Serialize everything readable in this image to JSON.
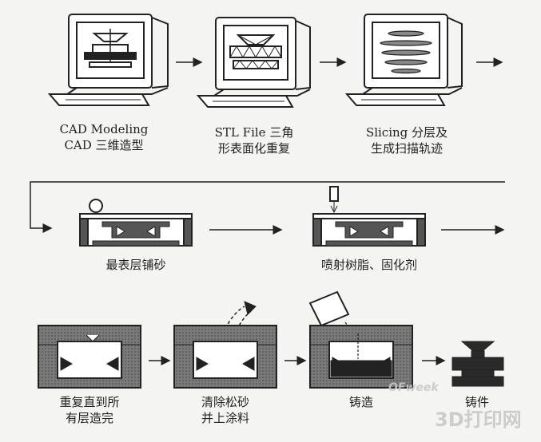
{
  "labels": {
    "cad_line1": "CAD Modeling",
    "cad_line2": "CAD 三维造型",
    "stl_line1": "STL File 三角",
    "stl_line2": "形表面化重复",
    "slicing_line1": "Slicing 分层及",
    "slicing_line2": "生成扫描轨迹",
    "sand": "最表层铺砂",
    "spray": "喷射树脂、固化剂",
    "repeat_line1": "重复直到所",
    "repeat_line2": "有层造完",
    "clean_line1": "清除松砂",
    "clean_line2": "并上涂料",
    "cast": "铸造",
    "part": "铸件"
  },
  "watermark": {
    "brand": "OFweek",
    "site": "3D打印网"
  },
  "colors": {
    "ink": "#1a1a1a",
    "background": "#f4f4f2",
    "gray_fill": "#8a8a8a"
  }
}
